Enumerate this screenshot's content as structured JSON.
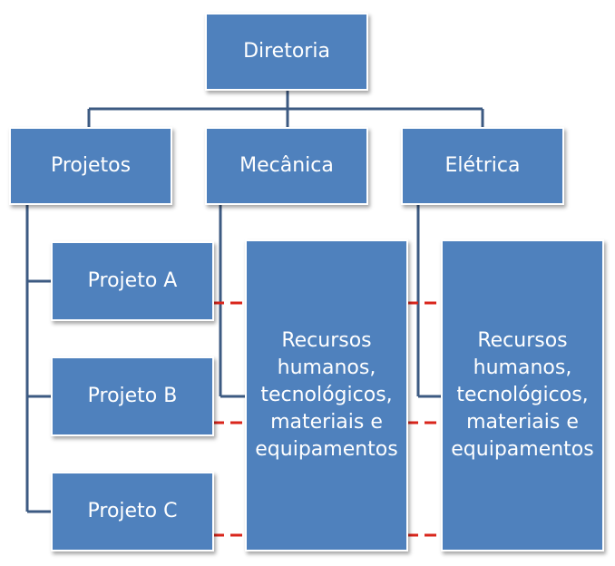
{
  "colors": {
    "box_fill": "#4f81bd",
    "connector": "#3c5a82",
    "dashed_link": "#d9261c"
  },
  "nodes": {
    "diretoria": "Diretoria",
    "projetos": "Projetos",
    "mecanica": "Mecânica",
    "eletrica": "Elétrica",
    "projeto_a": "Projeto A",
    "projeto_b": "Projeto B",
    "projeto_c": "Projeto C",
    "recursos_mecanica": "Recursos\nhumanos,\ntecnológicos,\nmateriais e\nequipamentos",
    "recursos_eletrica": "Recursos\nhumanos,\ntecnológicos,\nmateriais e\nequipamentos"
  }
}
